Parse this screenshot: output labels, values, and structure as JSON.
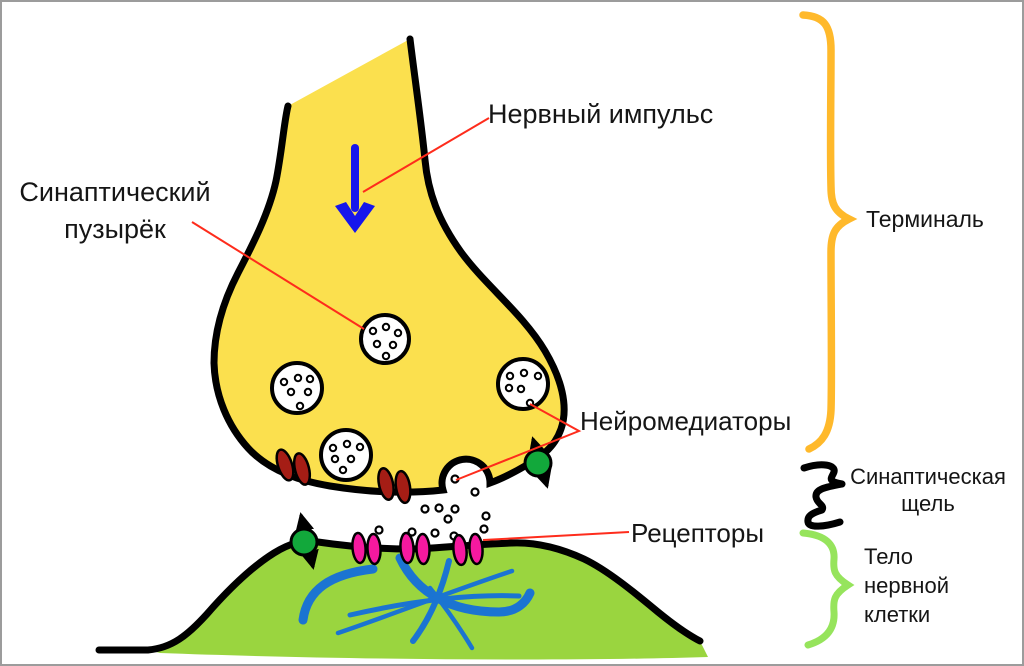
{
  "labels": {
    "nerve_impulse": "Нервный импульс",
    "synaptic_vesicle": [
      "Синаптический",
      "пузырёк"
    ],
    "neurotransmitters": "Нейромедиаторы",
    "receptors": "Рецепторы",
    "terminal": "Терминаль",
    "synaptic_cleft": [
      "Синаптическая",
      "щель"
    ],
    "cell_body": [
      "Тело",
      "нервной",
      "клетки"
    ]
  },
  "colors": {
    "terminal_fill": "#FBE04E",
    "outline_black": "#000000",
    "cell_body_fill": "#9AD53F",
    "vesicle_fill": "#FFFFFF",
    "green_vesicle": "#12A83B",
    "receptor_pink": "#F5199F",
    "channel_red": "#A51D15",
    "impulse_arrow_blue": "#1616EC",
    "fiber_blue": "#1B74D2",
    "label_line_red": "#FE2C1C",
    "terminal_brace_orange": "#FFB92B",
    "cleft_brace_black": "#000000",
    "cell_brace_green": "#96E45C"
  }
}
